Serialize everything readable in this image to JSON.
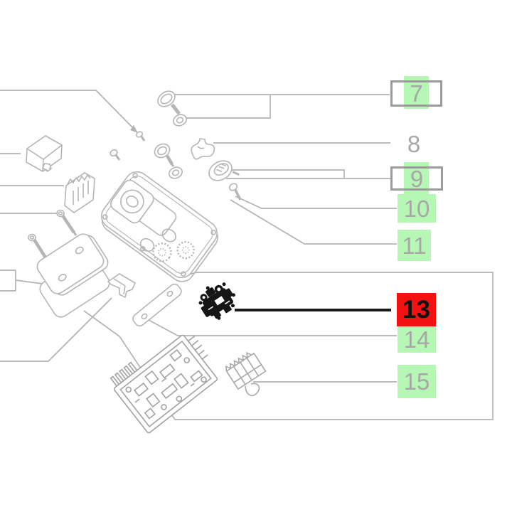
{
  "diagram": {
    "kind": "exploded-parts-diagram",
    "selected_part": "13",
    "labels": [
      {
        "num": "7",
        "style": "green-boxed"
      },
      {
        "num": "8",
        "style": "plain"
      },
      {
        "num": "9",
        "style": "green-boxed"
      },
      {
        "num": "10",
        "style": "green"
      },
      {
        "num": "11",
        "style": "green"
      },
      {
        "num": "13",
        "style": "red-selected"
      },
      {
        "num": "14",
        "style": "green"
      },
      {
        "num": "15",
        "style": "green"
      }
    ],
    "colors": {
      "highlight_green": "#b7f7b6",
      "highlight_red": "#f31111",
      "label_text": "#a7a7a7",
      "box_outline": "#9b9b9b",
      "line": "#b3b3b3",
      "selected_line": "#1a1a1a",
      "part_ink": "#b5b5b5",
      "selected_part_ink": "#161616",
      "selected_text": "#111111",
      "background": "#ffffff"
    }
  }
}
